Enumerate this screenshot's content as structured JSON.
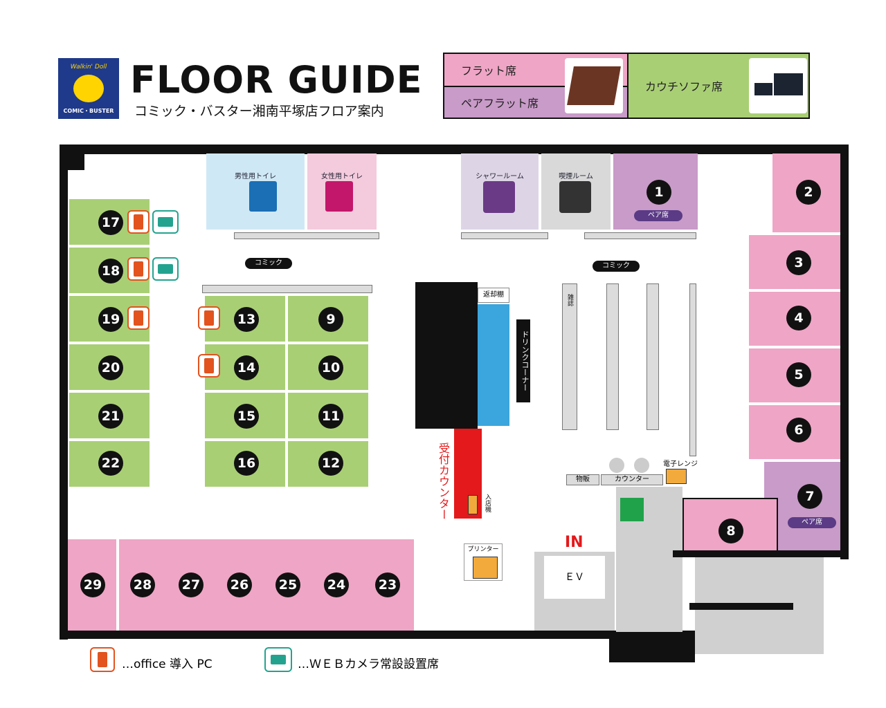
{
  "header": {
    "logo_text_top": "Walkin' Doll",
    "logo_text_bottom": "COMIC・BUSTER",
    "title": "FLOOR GUIDE",
    "subtitle": "コミック・バスター湘南平塚店フロア案内"
  },
  "seat_legend": {
    "flat": "フラット席",
    "pair_flat": "ペアフラット席",
    "couch_sofa": "カウチソファ席"
  },
  "rooms": {
    "mens_toilet": "男性用トイレ",
    "womens_toilet": "女性用トイレ",
    "shower_room": "シャワールーム",
    "smoking_room": "喫煙ルーム",
    "comic_left": "コミック",
    "comic_right": "コミック",
    "return_shelf": "返却棚",
    "drink_corner": "ドリンクコーナー",
    "reception": "受付カウンター",
    "entry_machine": "入店機",
    "printer": "プリンター",
    "magazine": "雑誌",
    "goods": "物販",
    "counter": "カウンター",
    "microwave": "電子レンジ",
    "in": "IN",
    "ev": "ＥＶ",
    "pair_seat": "ペア席"
  },
  "legend": {
    "office": "…office 導入 PC",
    "webcam": "…ＷＥＢカメラ常設設置席"
  },
  "seats": [
    "1",
    "2",
    "3",
    "4",
    "5",
    "6",
    "7",
    "8",
    "9",
    "10",
    "11",
    "12",
    "13",
    "14",
    "15",
    "16",
    "17",
    "18",
    "19",
    "20",
    "21",
    "22",
    "23",
    "24",
    "25",
    "26",
    "27",
    "28",
    "29"
  ],
  "colors": {
    "flat": "#efa5c5",
    "pair": "#c89bc8",
    "sofa": "#a9cf75",
    "office": "#e2531e",
    "webcam": "#23a38f"
  }
}
